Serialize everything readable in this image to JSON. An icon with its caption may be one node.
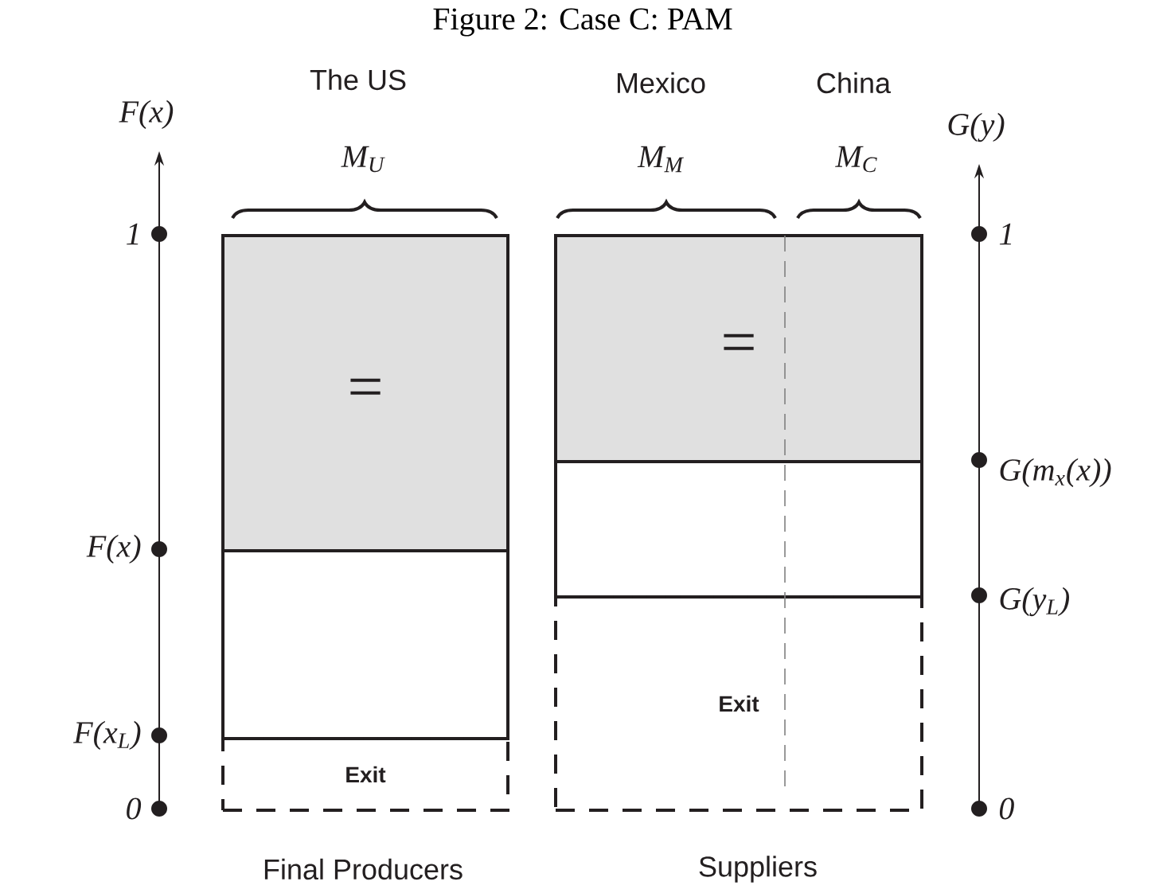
{
  "diagram": {
    "title": "Figure 2: Case C: PAM",
    "nodes": [
      {
        "text": [
          "="
        ]
      },
      {
        "text": [
          "="
        ]
      },
      {
        "text": [],
        "shape": "box"
      },
      {
        "text": [],
        "shape": "box"
      },
      {
        "text": [
          "Exit"
        ]
      },
      {
        "text": [
          "Exit"
        ]
      }
    ],
    "labels": [
      "F(x)",
      "The US",
      "Mexico",
      "China",
      "G(y)",
      "M$_{U}$",
      "M$_{M}$",
      "M$_{C}$",
      "1",
      "1",
      "G(m$_{x}$(x))",
      "F(x)",
      "G(y$_{L}$)",
      "F(x$_{L}$)",
      "0",
      "0",
      "Final Producers",
      "Suppliers"
    ]
  }
}
